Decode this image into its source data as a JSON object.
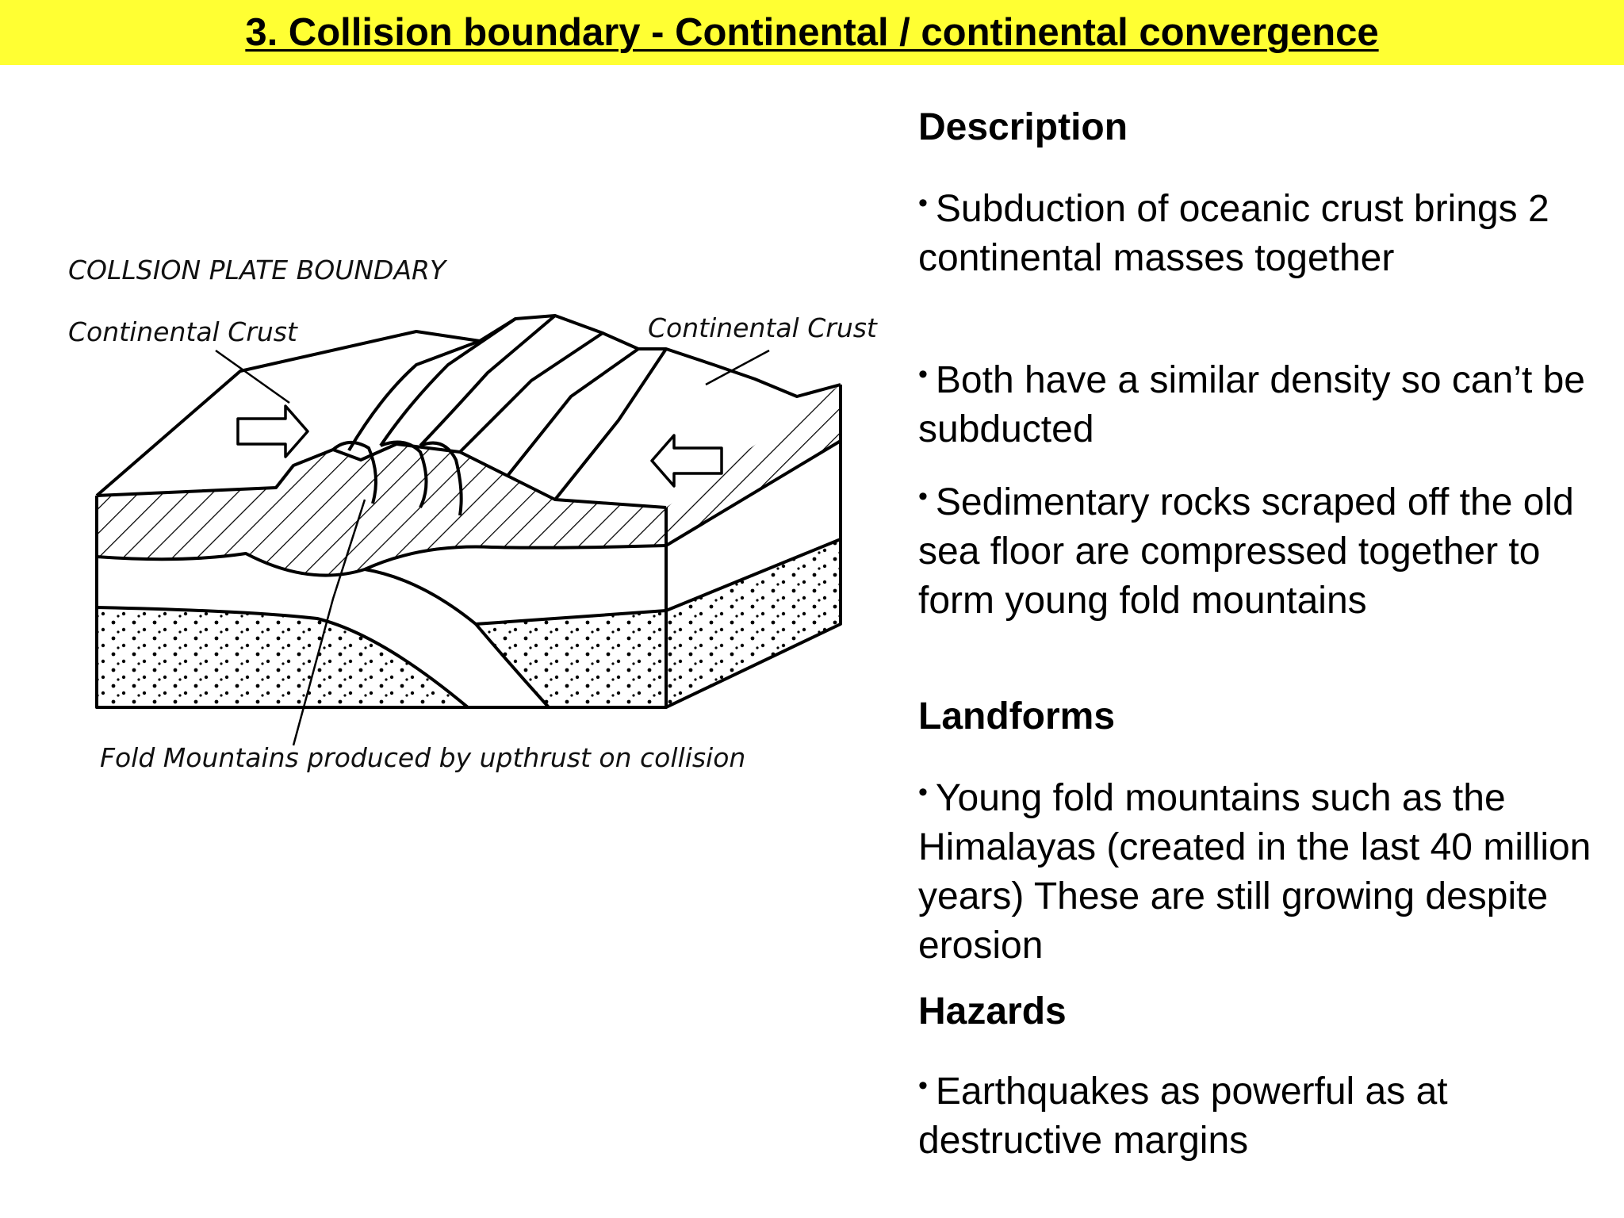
{
  "title": "3. Collision boundary - Continental / continental convergence",
  "diagram": {
    "heading": "COLLSION PLATE BOUNDARY",
    "label_left": "Continental Crust",
    "label_right": "Continental Crust",
    "caption": "Fold Mountains produced by upthrust on collision"
  },
  "sections": {
    "description": {
      "heading": "Description",
      "bullets": [
        "Subduction of oceanic crust brings 2 continental masses together",
        "Both have a similar density so can’t be subducted",
        "Sedimentary rocks scraped off the old sea floor are compressed together to form young fold mountains"
      ]
    },
    "landforms": {
      "heading": "Landforms",
      "bullets": [
        "Young fold mountains such as the Himalayas (created in the last 40 million years) These are still growing despite erosion"
      ]
    },
    "hazards": {
      "heading": "Hazards",
      "bullets": [
        "Earthquakes as powerful as at destructive margins"
      ]
    }
  }
}
